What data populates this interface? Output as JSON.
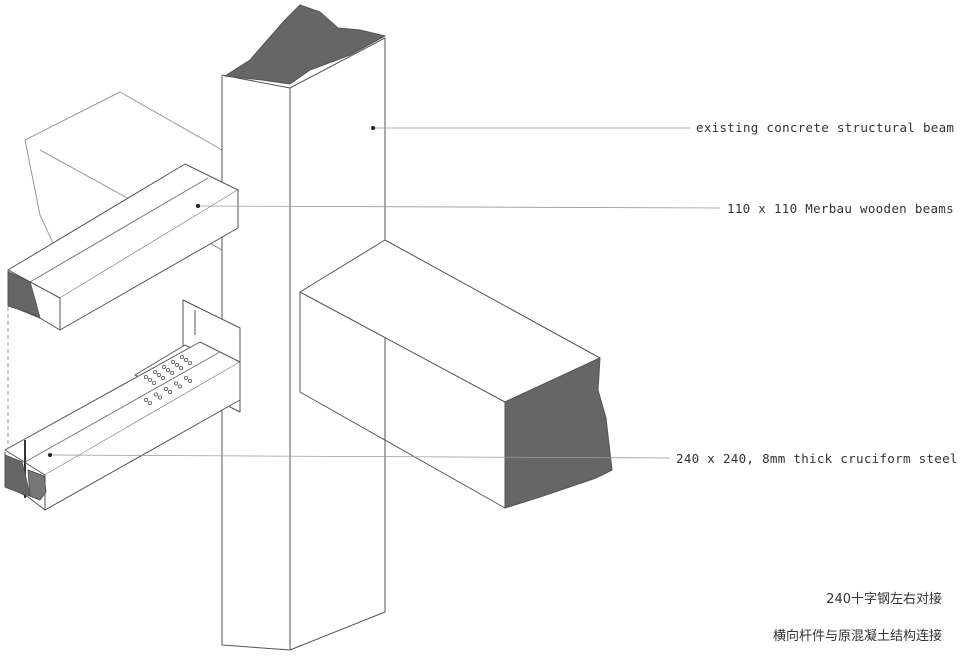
{
  "labels": {
    "concrete_beam": "existing concrete structural beam",
    "wooden_beams": "110 x 110 Merbau wooden beams",
    "cruciform_steel": "240 x 240, 8mm thick cruciform steel"
  },
  "captions": {
    "line1": "240十字钢左右对接",
    "line2": "横向杆件与原混凝土结构连接"
  },
  "colors": {
    "line": "#555555",
    "leader": "#9a9a9a",
    "section_fill": "#666666"
  }
}
